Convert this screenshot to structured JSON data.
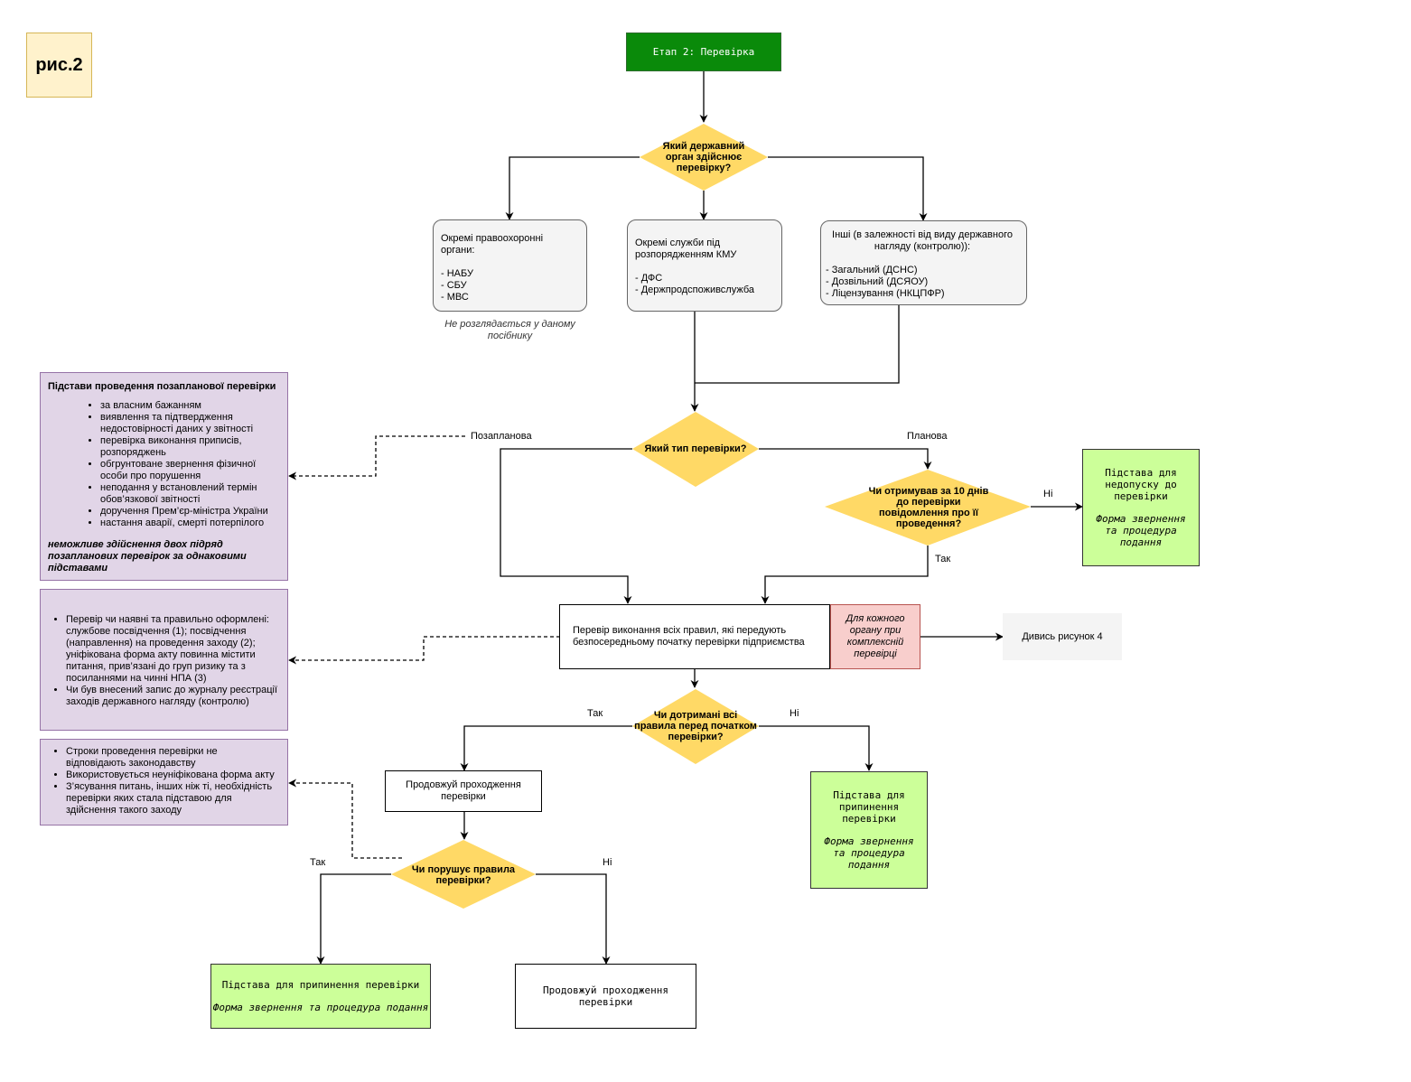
{
  "figure_label": "рис.2",
  "stage": "Етап 2: Перевірка",
  "q_organ": "Який державний орган здійснює перевірку?",
  "law": {
    "title": "Окремі правоохоронні органи:",
    "items": [
      "- НАБУ",
      "- СБУ",
      "- МВС"
    ],
    "note": "Не розглядається у даному посібнику"
  },
  "kmu": {
    "title": "Окремі служби під розпорядженням КМУ",
    "items": [
      "- ДФС",
      "- Держпродспоживслужба"
    ]
  },
  "other": {
    "title": "Інші (в залежності від виду державного нагляду (контролю)):",
    "items": [
      "- Загальний (ДСНС)",
      "- Дозвільний (ДСЯОУ)",
      "- Ліцензування (НКЦПФР)"
    ]
  },
  "q_type": "Який тип перевірки?",
  "lbl_unplanned": "Позапланова",
  "lbl_planned": "Планова",
  "q_notice": "Чи отримував за 10 днів до перевірки повідомлення про її проведення?",
  "lbl_no1": "Ні",
  "lbl_yes1": "Так",
  "refuse": {
    "title": "Підстава для недопуску до перевірки",
    "sub": "Форма звернення та процедура подання"
  },
  "grounds": {
    "title": "Підстави проведення позапланової перевірки",
    "items": [
      "за власним бажанням",
      "виявлення та підтвердження недостовірності даних у звітності",
      "перевірка виконання приписів, розпоряджень",
      "обгрунтоване звернення фізичної особи про порушення",
      "неподання у встановлений термін обов’язкової звітності",
      "доручення Прем’єр-міністра України",
      "настання аварії, смерті потерпілого"
    ],
    "note": "неможливе здійснення двох підряд позапланових перевірок за однаковими підставами"
  },
  "check_docs": {
    "items": [
      "Перевір чи наявні та правильно оформлені: службове посвідчення (1); посвідчення (направлення) на проведення заходу (2); уніфікована форма акту повинна містити питання, прив’язані до груп ризику та з посиланнями на чинні НПА (3)",
      "Чи був внесений запис до журналу реєстрації заходів державного нагляду (контролю)"
    ]
  },
  "check_rules": "Перевір виконання всіх правил, які передують безпосередньому початку перевірки підприємства",
  "complex_note": "Для кожного органу при комплексній перевірці",
  "see_fig": "Дивись рисунок 4",
  "q_rules": "Чи дотримані всі правила перед початком перевірки?",
  "lbl_yes2": "Так",
  "lbl_no2": "Ні",
  "continue1": "Продовжуй проходження перевірки",
  "stop1": {
    "title": "Підстава для припинення перевірки",
    "sub": "Форма звернення та процедура подання"
  },
  "violations": {
    "items": [
      "Строки проведення перевірки не відповідають законодавству",
      "Використовується неуніфікована форма акту",
      "З’ясування питань, інших ніж ті, необхідність перевірки яких стала підставою для здійснення такого заходу"
    ]
  },
  "q_violate": "Чи порушує правила перевірки?",
  "lbl_yes3": "Так",
  "lbl_no3": "Ні",
  "stop2": {
    "title": "Підстава для припинення перевірки",
    "sub": "Форма звернення та процедура подання"
  },
  "continue2": "Продовжуй проходження перевірки",
  "colors": {
    "stage_green": "#0a8a0a",
    "decision_yellow": "#ffd966",
    "result_green": "#ccff99",
    "note_lilac": "#e1d5e7",
    "note_pink": "#f8cecc",
    "figure_label_bg": "#fff2cc"
  }
}
